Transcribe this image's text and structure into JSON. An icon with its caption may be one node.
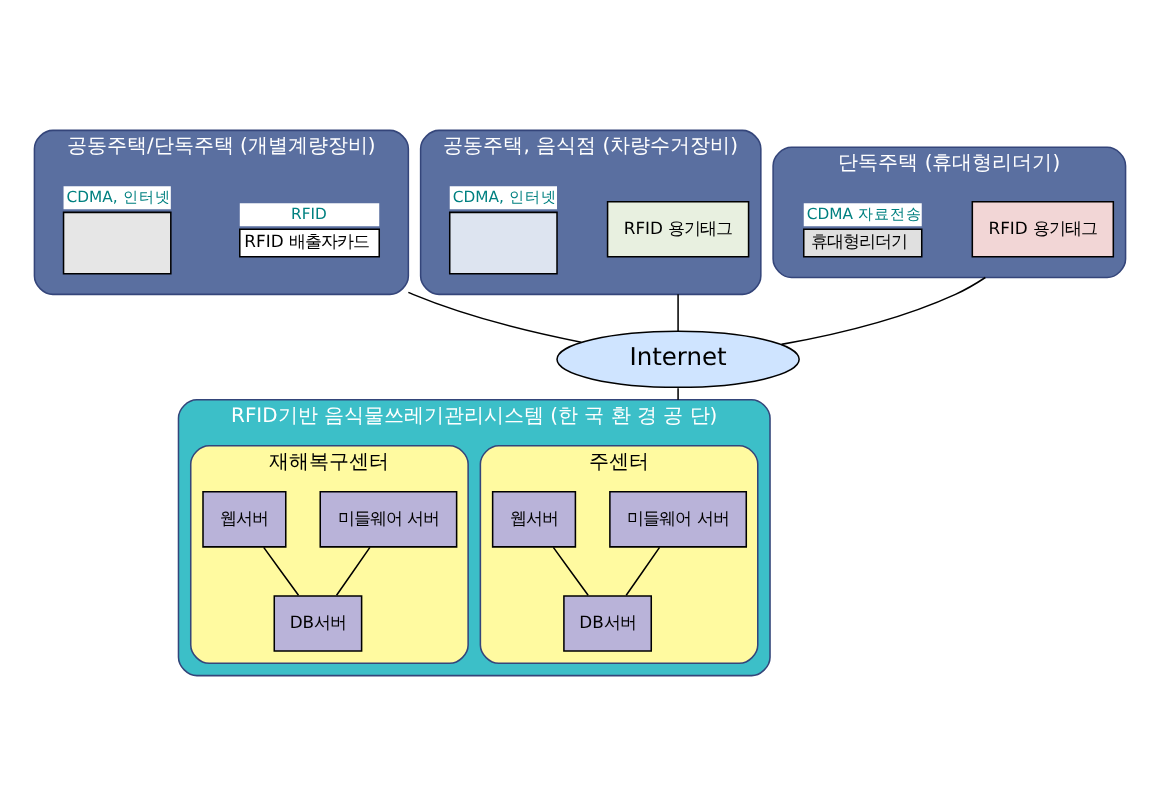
{
  "diagram": {
    "nodes": [
      {
        "text": [
          "공동주택/단독주택 (개별계량장비)"
        ]
      },
      {
        "text": [
          "RFID 배출자카드"
        ],
        "beside": [
          "RFID"
        ],
        "in": 0
      },
      {
        "text": [],
        "shape": "box",
        "beside": [
          "CDMA, 인터넷"
        ],
        "in": 0
      },
      {
        "text": [
          "공동주택, 음식점 (차량수거장비)"
        ]
      },
      {
        "text": [
          "RFID 용기태그"
        ],
        "in": 3
      },
      {
        "text": [],
        "shape": "box",
        "beside": [
          "CDMA, 인터넷"
        ],
        "in": 3
      },
      {
        "text": [
          "단독주택 (휴대형리더기)"
        ]
      },
      {
        "text": [
          "RFID 용기태그"
        ],
        "in": 6
      },
      {
        "text": [
          "휴대형리더기"
        ],
        "beside": [
          "CDMA 자료전송"
        ],
        "in": 6
      },
      {
        "text": [
          "Internet"
        ]
      },
      {
        "text": [
          "RFID기반 음식물쓰레기관리시스템 (한 국 환 경 공 단)"
        ]
      },
      {
        "text": [
          "주센터"
        ],
        "in": 10
      },
      {
        "text": [
          "재해복구센터"
        ],
        "in": 10
      },
      {
        "text": [
          "미들웨어 서버"
        ],
        "in": 11
      },
      {
        "text": [
          "웹서버"
        ],
        "in": 11
      },
      {
        "text": [
          "DB서버"
        ],
        "in": 11
      },
      {
        "text": [
          "미들웨어 서버"
        ],
        "in": 12
      },
      {
        "text": [
          "웹서버"
        ],
        "in": 12
      },
      {
        "text": [
          "DB서버"
        ],
        "in": 12
      }
    ],
    "edges": [
      {
        "from": 0,
        "to": 9,
        "arrow": "none"
      },
      {
        "from": 3,
        "to": 9,
        "arrow": "none"
      },
      {
        "from": 6,
        "to": 9,
        "arrow": "none"
      },
      {
        "from": 9,
        "to": 10,
        "arrow": "none"
      },
      {
        "from": 13,
        "to": 15,
        "arrow": "none"
      },
      {
        "from": 14,
        "to": 15,
        "arrow": "none"
      },
      {
        "from": 16,
        "to": 18,
        "arrow": "none"
      },
      {
        "from": 17,
        "to": 18,
        "arrow": "none"
      }
    ]
  }
}
